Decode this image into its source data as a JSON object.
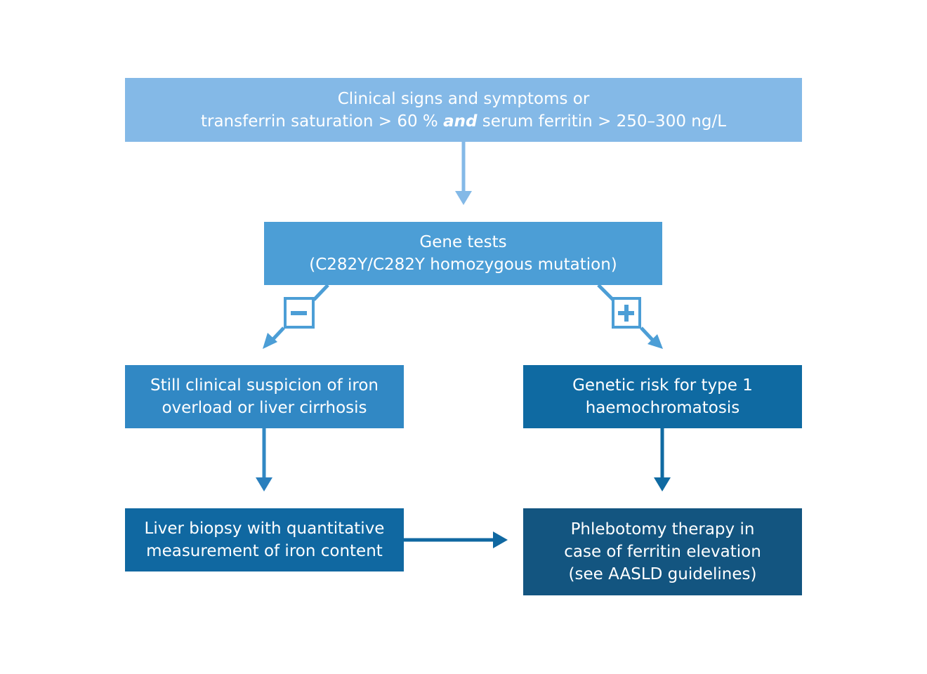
{
  "diagram": {
    "colors": {
      "top": "#84b9e7",
      "gene": "#4c9ed6",
      "left_mid": "#3188c4",
      "right_mid": "#0f6aa2",
      "left_bottom": "#1068a1",
      "right_bottom": "#135580"
    },
    "nodes": {
      "symptoms": {
        "line1": "Clinical signs and symptoms or",
        "line2_pre": "transferrin saturation > 60 % ",
        "line2_em": "and",
        "line2_post": " serum ferritin > 250–300 ng/L"
      },
      "gene_tests": {
        "line1": "Gene tests",
        "line2": "(C282Y/C282Y homozygous mutation)"
      },
      "suspicion": {
        "line1": "Still clinical suspicion of iron",
        "line2": "overload or liver cirrhosis"
      },
      "genetic_risk": {
        "line1": "Genetic risk for type 1",
        "line2": "haemochromatosis"
      },
      "biopsy": {
        "line1": "Liver biopsy with quantitative",
        "line2": "measurement of iron content"
      },
      "phlebotomy": {
        "line1": "Phlebotomy therapy in",
        "line2": "case of ferritin elevation",
        "line3": "(see AASLD guidelines)"
      }
    },
    "branch_labels": {
      "negative": "−",
      "positive": "+"
    }
  }
}
